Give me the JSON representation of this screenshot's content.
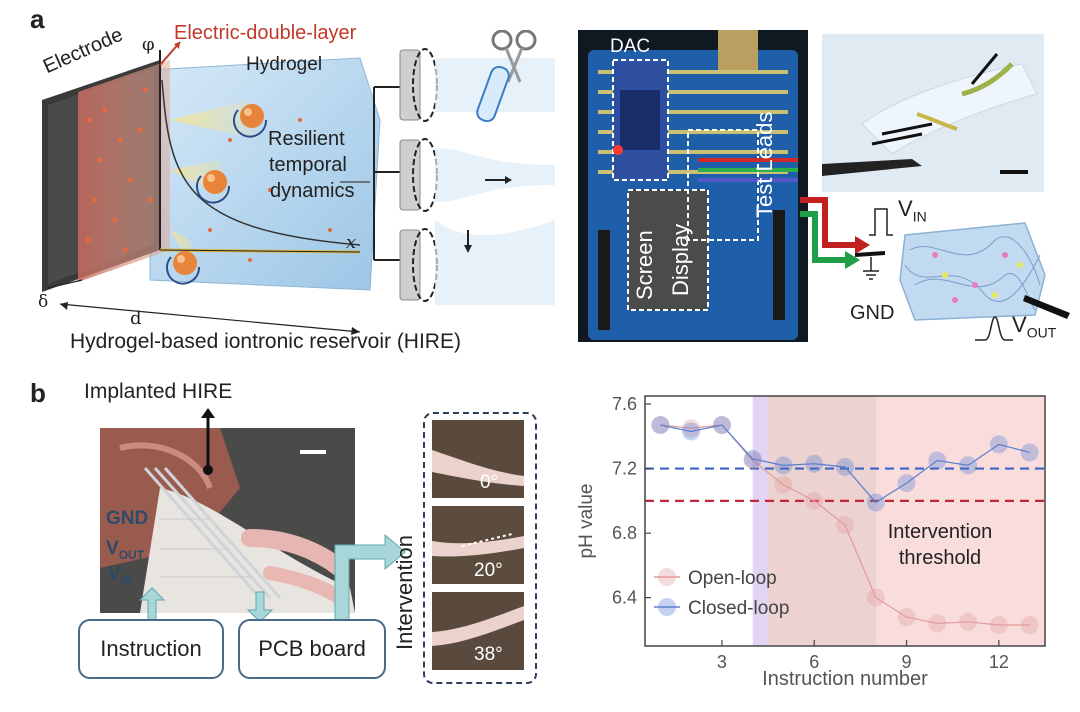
{
  "panel_a": {
    "letter": "a",
    "labels": {
      "electrode": "Electrode",
      "phi": "φ",
      "edl": "Electric-double-layer",
      "hydrogel": "Hydrogel",
      "resilient": "Resilient",
      "temporal": "temporal",
      "dynamics": "dynamics",
      "x_axis": "x",
      "delta": "δ",
      "d": "d",
      "caption": "Hydrogel-based iontronic reservoir (HIRE)",
      "dac": "DAC",
      "screen": "Screen",
      "display": "Display",
      "test_leads": "Test Leads",
      "vin_main": "V",
      "vin_sub": "IN",
      "vout_main": "V",
      "vout_sub": "OUT",
      "gnd": "GND"
    },
    "colors": {
      "edl": "#c0392b",
      "hydrogel": "#a9cde8",
      "electrode": "#333333",
      "particle": "#e8833a"
    }
  },
  "panel_b": {
    "letter": "b",
    "labels": {
      "implanted": "Implanted HIRE",
      "gnd": "GND",
      "vout_main": "V",
      "vout_sub": "OUT",
      "vin_main": "V",
      "vin_sub": "IN",
      "instruction": "Instruction",
      "pcb": "PCB board",
      "intervention": "Intervention",
      "angle_0": "0°",
      "angle_20": "20°",
      "angle_38": "38°"
    }
  },
  "chart_data": {
    "type": "line",
    "xlabel": "Instruction number",
    "ylabel": "pH value",
    "xlim": [
      0.5,
      13.5
    ],
    "ylim": [
      6.1,
      7.65
    ],
    "x_ticks": [
      3,
      6,
      9,
      12
    ],
    "y_ticks": [
      6.4,
      6.8,
      7.2,
      7.6
    ],
    "x_tick_labels": [
      "3",
      "6",
      "9",
      "12"
    ],
    "y_tick_labels": [
      "6.4",
      "6.8",
      "7.2",
      "7.6"
    ],
    "series": [
      {
        "name": "Open-loop",
        "color": "#e39a9a",
        "x": [
          1,
          2,
          3,
          4,
          5,
          6,
          7,
          8,
          9,
          10,
          11,
          12,
          13
        ],
        "values": [
          7.47,
          7.45,
          7.47,
          7.25,
          7.1,
          7.0,
          6.85,
          6.4,
          6.28,
          6.24,
          6.25,
          6.23,
          6.23
        ]
      },
      {
        "name": "Closed-loop",
        "color": "#5a7fd0",
        "x": [
          1,
          2,
          3,
          4,
          5,
          6,
          7,
          8,
          9,
          10,
          11,
          12,
          13
        ],
        "values": [
          7.47,
          7.43,
          7.47,
          7.26,
          7.22,
          7.23,
          7.21,
          6.99,
          7.11,
          7.25,
          7.22,
          7.35,
          7.3
        ]
      }
    ],
    "reference_lines": [
      {
        "y": 7.2,
        "color": "#3b62c4",
        "style": "dashed"
      },
      {
        "y": 7.0,
        "color": "#c0283a",
        "style": "dashed"
      }
    ],
    "shaded_regions": [
      {
        "x": [
          4,
          8
        ],
        "color": "#c9b3e6"
      },
      {
        "x": [
          4.5,
          8
        ],
        "color": "#f6d1b8"
      },
      {
        "x": [
          8,
          13.5
        ],
        "color": "#f4c1c1"
      }
    ],
    "annotation_line1": "Intervention",
    "annotation_line2": "threshold",
    "legend_position": "bottom-left",
    "grid": false
  }
}
